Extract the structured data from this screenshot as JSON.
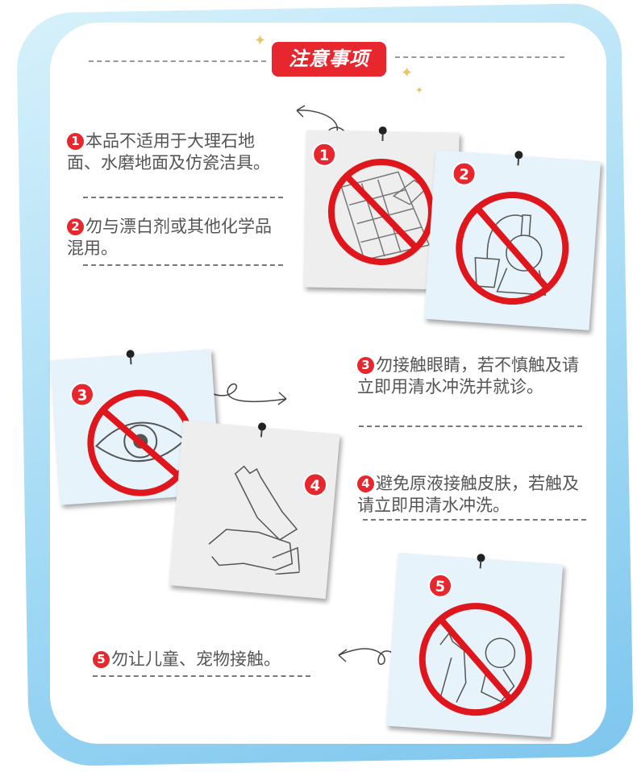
{
  "header": {
    "title": "注意事项"
  },
  "items": [
    {
      "number": "1",
      "text": "本品不适用于大理石地面、水磨地面及仿瓷洁具。",
      "icon": "marble-floor-icon"
    },
    {
      "number": "2",
      "text": "勿与漂白剂或其他化学品混用。",
      "icon": "chemicals-icon"
    },
    {
      "number": "3",
      "text": "勿接触眼睛，若不慎触及请立即用清水冲洗并就诊。",
      "icon": "eye-icon"
    },
    {
      "number": "4",
      "text": "避免原液接触皮肤，若触及请立即用清水冲洗。",
      "icon": "gloves-icon"
    },
    {
      "number": "5",
      "text": "勿让儿童、宠物接触。",
      "icon": "child-pet-icon"
    }
  ],
  "colors": {
    "accent": "#e8262d",
    "frame": "#9fd8f4",
    "card_blue": "#e6f3fb",
    "card_gray": "#eeeeee"
  }
}
